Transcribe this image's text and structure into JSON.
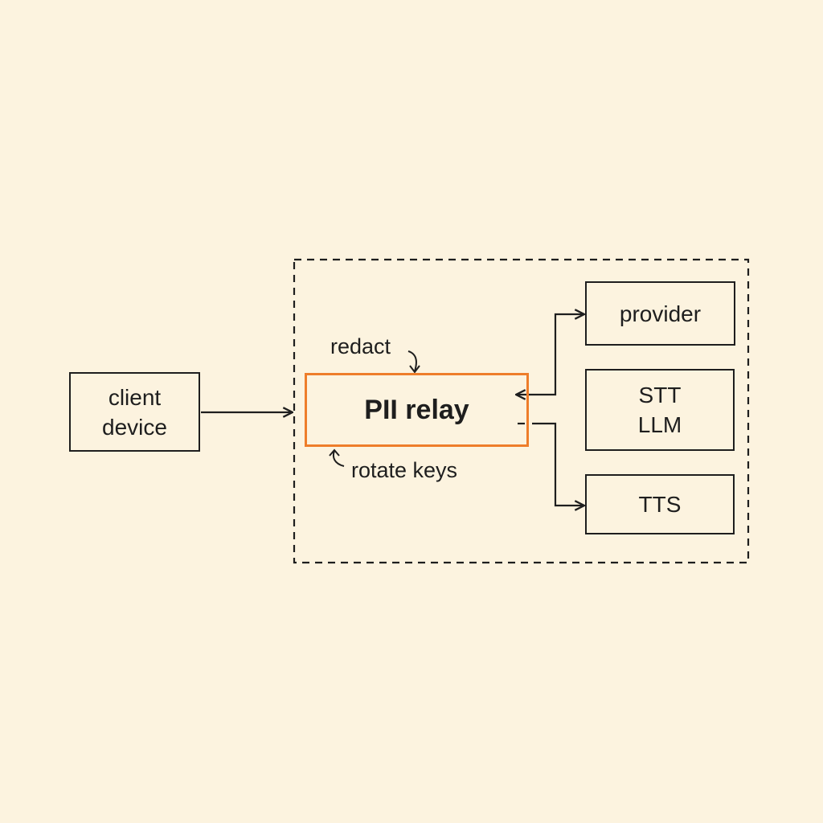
{
  "nodes": {
    "client": {
      "line1": "client",
      "line2": "device"
    },
    "relay": {
      "label": "PII relay"
    },
    "provider": {
      "label": "provider"
    },
    "stt_llm": {
      "line1": "STT",
      "line2": "LLM"
    },
    "tts": {
      "label": "TTS"
    }
  },
  "annotations": {
    "redact": "redact",
    "rotate_keys": "rotate keys"
  },
  "colors": {
    "background": "#fcf3df",
    "ink": "#1e1e1e",
    "relay_accent": "#ee7d2a"
  }
}
